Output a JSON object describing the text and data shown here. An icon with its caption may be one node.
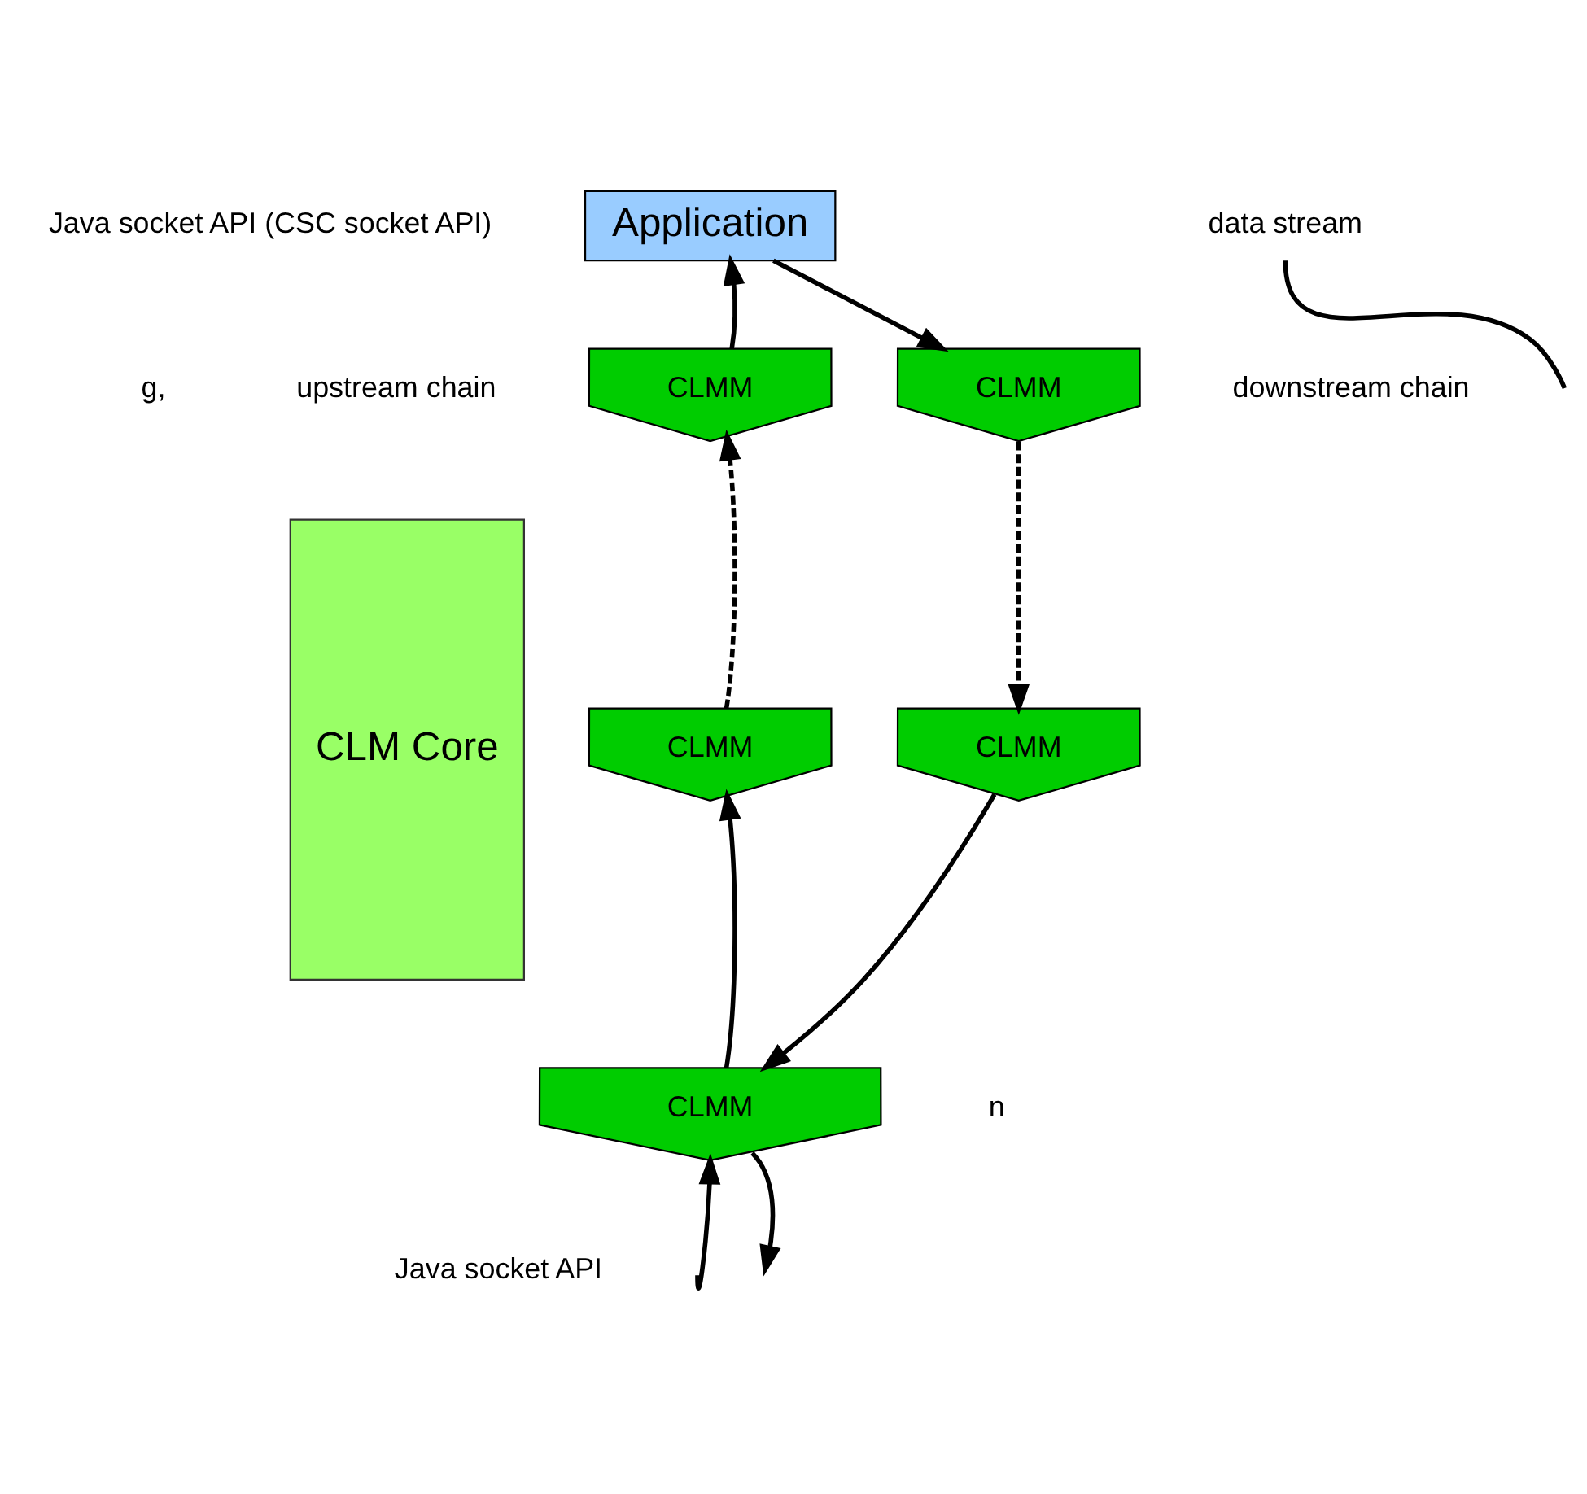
{
  "diagram": {
    "nodes": [
      {
        "text": [
          "Application"
        ]
      },
      {
        "text": [
          "CLM Core"
        ]
      },
      {
        "text": [
          "CLMM"
        ]
      },
      {
        "text": [
          "CLMM"
        ]
      },
      {
        "text": [
          "CLMM"
        ]
      },
      {
        "text": [
          "CLMM"
        ]
      },
      {
        "text": [
          "CLMM"
        ]
      },
      {
        "text": [
          "data stream"
        ]
      }
    ],
    "edges": [
      {
        "from": 2,
        "to": 0,
        "arrow": "to"
      },
      {
        "from": 0,
        "to": 3,
        "arrow": "to"
      },
      {
        "from": 4,
        "to": 2,
        "arrow": "to",
        "style": "dashed"
      },
      {
        "from": 3,
        "to": 5,
        "arrow": "to",
        "style": "dashed"
      },
      {
        "from": 6,
        "to": 4,
        "arrow": "to"
      },
      {
        "from": 5,
        "to": 6,
        "arrow": "to"
      },
      {
        "from": null,
        "to": 6,
        "arrow": "to"
      },
      {
        "from": 6,
        "to": null,
        "arrow": "to"
      },
      {
        "from": 7,
        "to": null,
        "arrow": "none"
      }
    ],
    "labels": [
      "Java socket API (CSC socket API)",
      "g,",
      "upstream chain",
      "downstream chain",
      "n",
      "Java socket API"
    ]
  }
}
